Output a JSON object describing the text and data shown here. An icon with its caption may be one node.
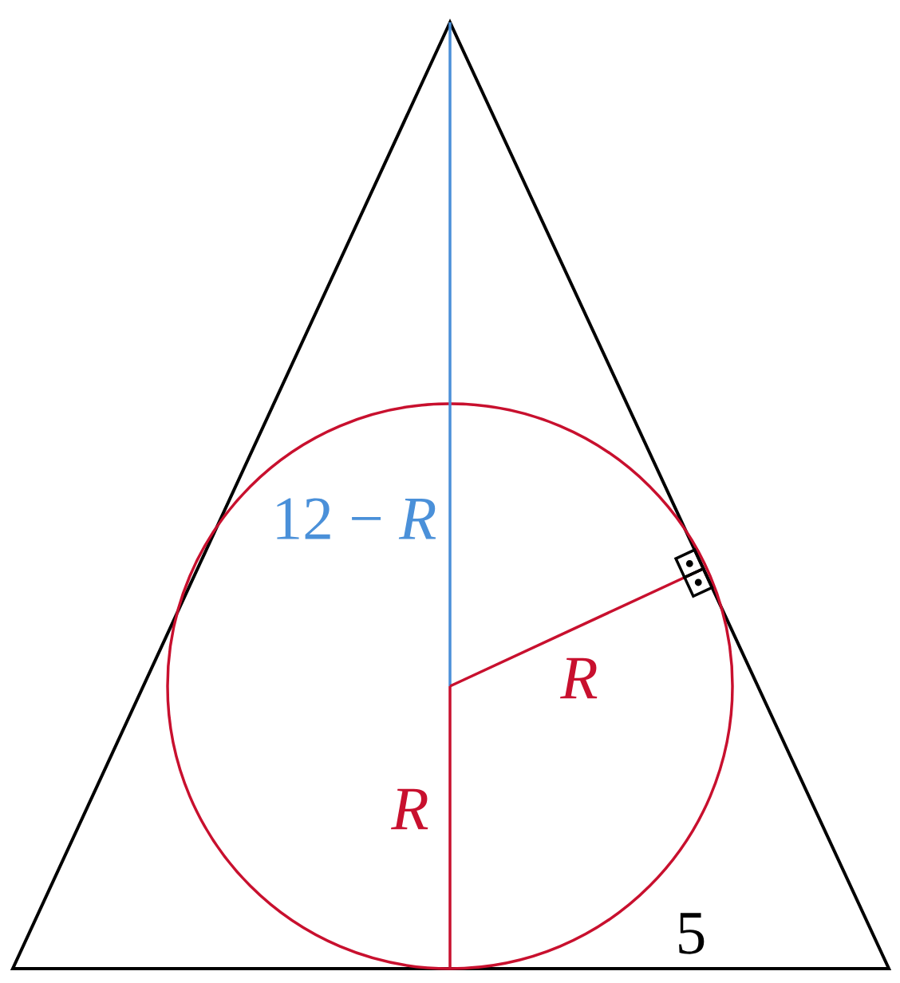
{
  "diagram": {
    "labels": [
      "12 − *R*",
      "*R*",
      "*R*",
      "5"
    ]
  }
}
